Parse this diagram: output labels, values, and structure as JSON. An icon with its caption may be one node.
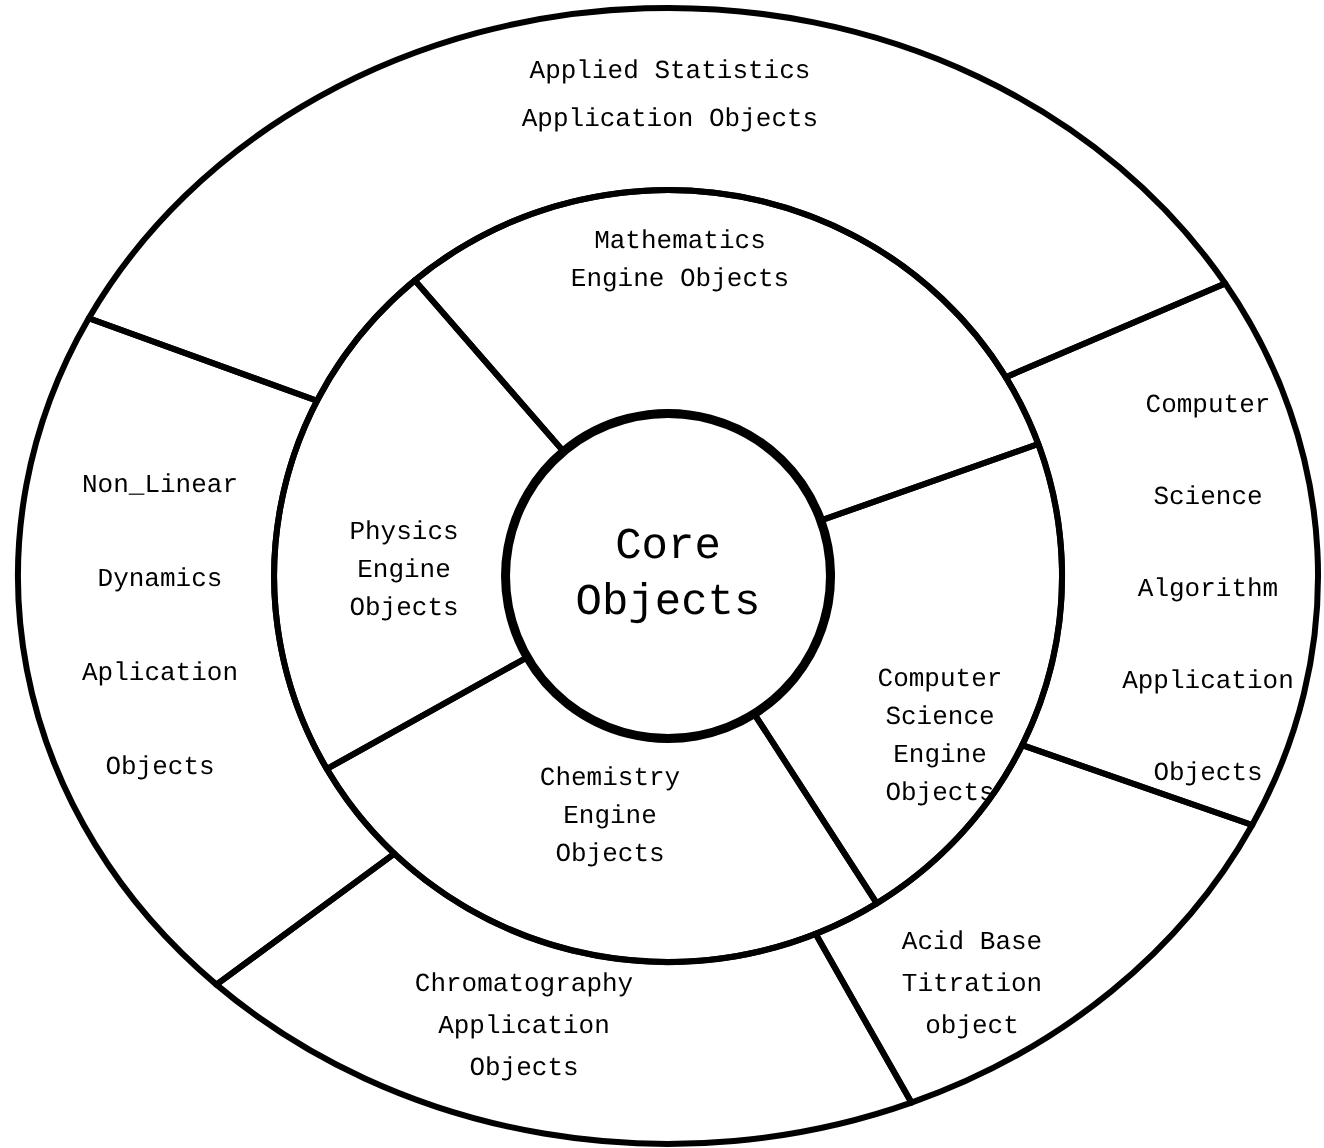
{
  "diagram": {
    "nodes": [
      {
        "text": [
          "Core Objects"
        ]
      },
      {
        "text": [
          "Mathematics Engine Objects"
        ]
      },
      {
        "text": [
          "Computer Science Engine Objects"
        ]
      },
      {
        "text": [
          "Chemistry Engine Objects"
        ]
      },
      {
        "text": [
          "Physics Engine Objects"
        ]
      },
      {
        "text": [
          "Applied Statistics Application Objects"
        ]
      },
      {
        "text": [
          "Computer Science Algorithm Application Objects"
        ]
      },
      {
        "text": [
          "Acid Base Titration object"
        ]
      },
      {
        "text": [
          "Chromatography Application Objects"
        ]
      },
      {
        "text": [
          "Non_Linear Dynamics Aplication Objects"
        ]
      }
    ]
  }
}
